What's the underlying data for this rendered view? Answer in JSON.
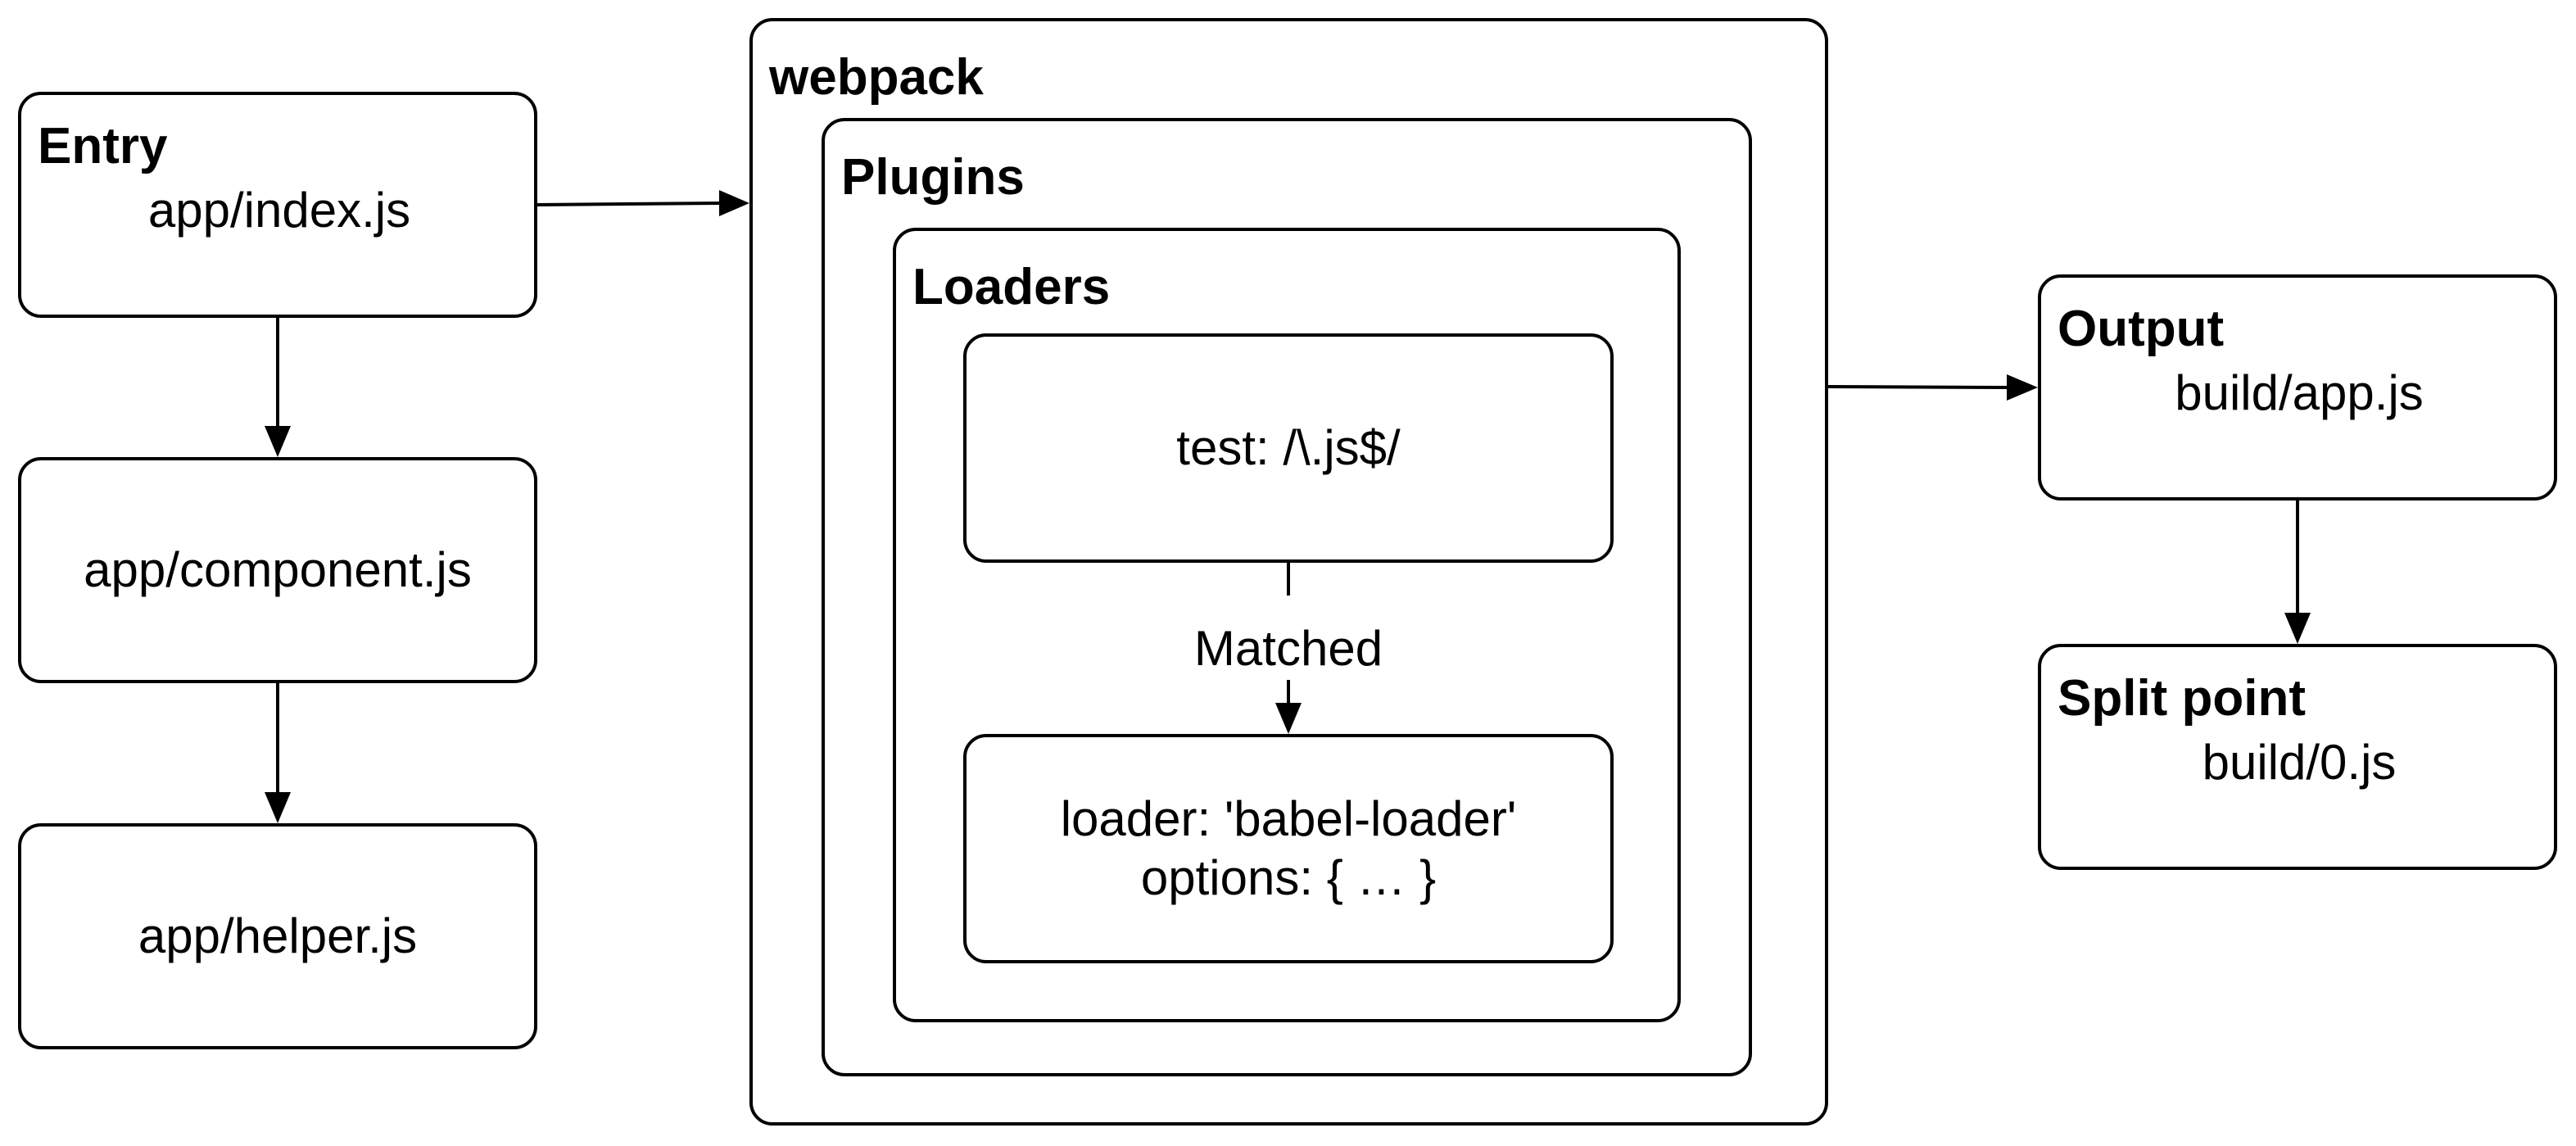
{
  "entry": {
    "title": "Entry",
    "value": "app/index.js"
  },
  "component": {
    "value": "app/component.js"
  },
  "helper": {
    "value": "app/helper.js"
  },
  "webpack": {
    "title": "webpack"
  },
  "plugins": {
    "title": "Plugins"
  },
  "loaders": {
    "title": "Loaders"
  },
  "test_rule": {
    "value": "test: /\\.js$/"
  },
  "match_label": "Matched",
  "loader_rule": {
    "line1": "loader: 'babel-loader'",
    "line2": "options: { … }"
  },
  "output": {
    "title": "Output",
    "value": "build/app.js"
  },
  "split_point": {
    "title": "Split point",
    "value": "build/0.js"
  }
}
